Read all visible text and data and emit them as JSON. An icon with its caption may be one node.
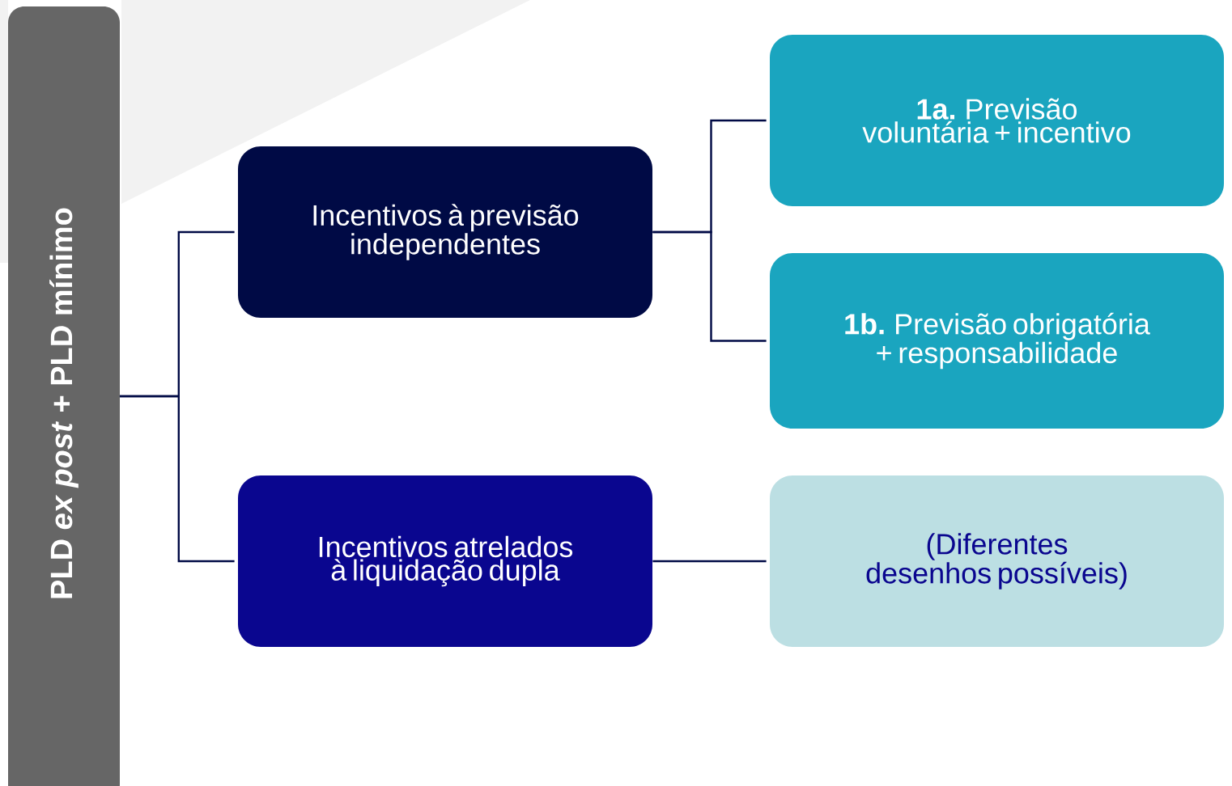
{
  "diagram": {
    "nodes": [
      {
        "text": [
          "PLD *ex post* + PLD mínimo"
        ]
      },
      {
        "text": [
          "Incentivos à previsão independentes"
        ]
      },
      {
        "text": [
          "**1a.** Previsão voluntária + incentivo"
        ]
      },
      {
        "text": [
          "**1b.** Previsão obrigatória + responsabilidade"
        ]
      },
      {
        "text": [
          "Incentivos atrelados à liquidação dupla"
        ]
      },
      {
        "text": [
          "(Diferentes desenhos possíveis)"
        ]
      }
    ],
    "edges": [
      {
        "from": 0,
        "to": 1,
        "arrow": "none"
      },
      {
        "from": 0,
        "to": 4,
        "arrow": "none"
      },
      {
        "from": 1,
        "to": 2,
        "arrow": "none"
      },
      {
        "from": 1,
        "to": 3,
        "arrow": "none"
      },
      {
        "from": 4,
        "to": 5,
        "arrow": "none"
      }
    ]
  }
}
